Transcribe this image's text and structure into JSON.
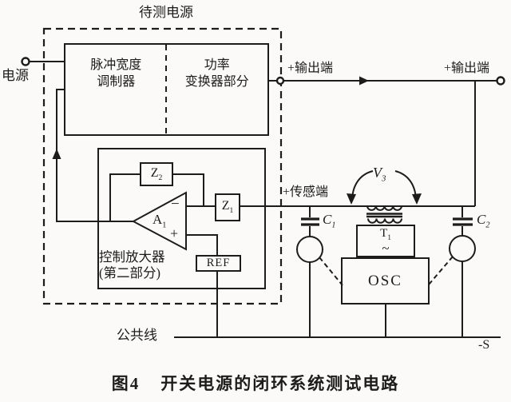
{
  "title": "待测电源",
  "source_label": "电源",
  "terminals": {
    "output1": "+输出端",
    "output2": "+输出端",
    "sense": "+传感端",
    "common": "公共线",
    "neg_s": "-S"
  },
  "blocks": {
    "pwm": {
      "line1": "脉冲宽度",
      "line2": "调制器"
    },
    "converter": {
      "line1": "功率",
      "line2": "变换器部分"
    },
    "ctrl_amp": {
      "line1": "控制放大器",
      "line2": "(第二部分)"
    },
    "ref": "REF",
    "osc": "OSC",
    "t1": {
      "base": "T",
      "sub": "1",
      "tilde": "~"
    }
  },
  "components": {
    "z2": {
      "base": "Z",
      "sub": "2"
    },
    "z1": {
      "base": "Z",
      "sub": "1"
    },
    "a1": {
      "base": "A",
      "sub": "1"
    },
    "c1": {
      "base": "C",
      "sub": "1"
    },
    "c2": {
      "base": "C",
      "sub": "2"
    },
    "v3": {
      "base": "V",
      "sub": "3"
    }
  },
  "opamp": {
    "minus": "−",
    "plus": "+"
  },
  "caption": {
    "fig": "图4",
    "text": "开关电源的闭环系统测试电路"
  },
  "colors": {
    "line": "#1c1c1c",
    "paper": "#fbfaf8"
  }
}
